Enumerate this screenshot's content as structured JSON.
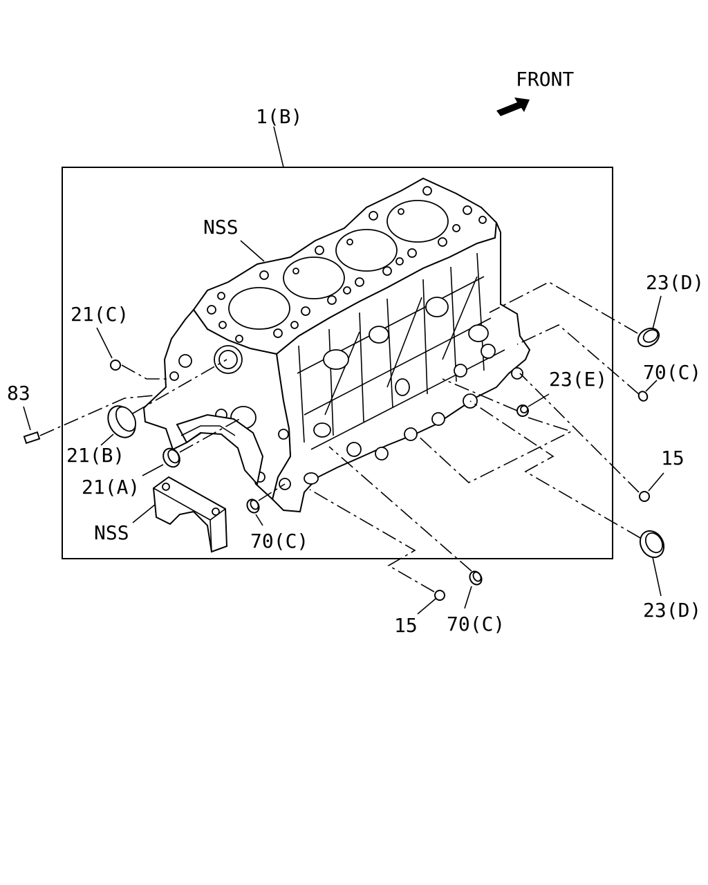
{
  "diagram": {
    "front_label": "FRONT",
    "labels": {
      "block": "1(B)",
      "nss_head": "NSS",
      "nss_cap": "NSS",
      "p21c": "21(C)",
      "p83": "83",
      "p21b": "21(B)",
      "p21a": "21(A)",
      "p70c_bottom_left": "70(C)",
      "p15_bottom": "15",
      "p70c_bottom": "70(C)",
      "p23d_top": "23(D)",
      "p70c_right": "70(C)",
      "p23e": "23(E)",
      "p15_right": "15",
      "p23d_bottom": "23(D)"
    }
  }
}
